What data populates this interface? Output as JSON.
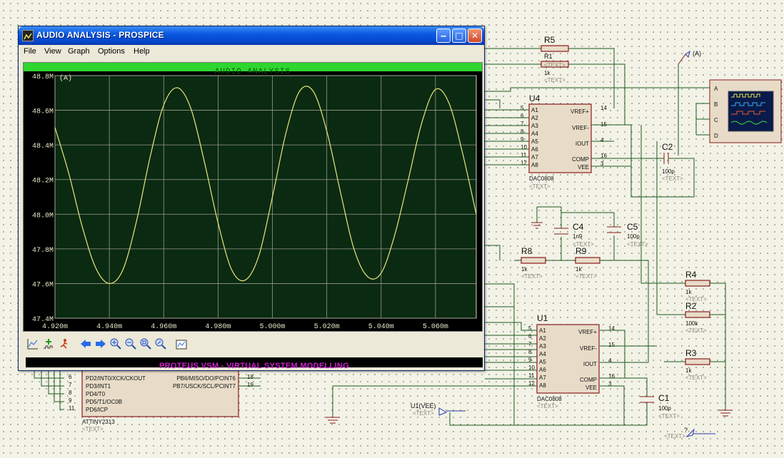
{
  "window": {
    "title": "AUDIO ANALYSIS - PROSPICE",
    "minimize_label": "‒",
    "maximize_label": "□",
    "close_label": "✕"
  },
  "menu": [
    "File",
    "View",
    "Graph",
    "Options",
    "Help"
  ],
  "graph": {
    "header": "AUDIO ANALYSIS",
    "trace_label": "(A)"
  },
  "chart_data": {
    "type": "line",
    "title": "AUDIO ANALYSIS",
    "xlabel": "",
    "ylabel": "",
    "x_ticks": [
      "4.920m",
      "4.940m",
      "4.960m",
      "4.980m",
      "5.000m",
      "5.020m",
      "5.040m",
      "5.060m"
    ],
    "y_ticks": [
      "48.8M",
      "48.6M",
      "48.4M",
      "48.2M",
      "48.0M",
      "47.8M",
      "47.6M",
      "47.4M"
    ],
    "xlim": [
      4.92,
      5.075
    ],
    "ylim": [
      47.4,
      48.8
    ],
    "series": [
      {
        "color": "#e8e87a",
        "x": [
          4.92,
          4.925,
          4.93,
          4.935,
          4.94,
          4.945,
          4.95,
          4.955,
          4.96,
          4.965,
          4.97,
          4.975,
          4.98,
          4.985,
          4.99,
          4.995,
          5.0,
          5.005,
          5.01,
          5.015,
          5.02,
          5.025,
          5.03,
          5.035,
          5.04,
          5.045,
          5.05,
          5.055,
          5.06,
          5.065,
          5.07,
          5.075
        ],
        "y": [
          48.5,
          48.24,
          47.93,
          47.69,
          47.6,
          47.68,
          47.96,
          48.33,
          48.63,
          48.73,
          48.61,
          48.3,
          47.95,
          47.68,
          47.62,
          47.76,
          48.1,
          48.47,
          48.71,
          48.71,
          48.48,
          48.13,
          47.8,
          47.64,
          47.66,
          47.88,
          48.2,
          48.53,
          48.72,
          48.64,
          48.35,
          48.0
        ]
      }
    ]
  },
  "toolbar_icons": [
    "graph-icon",
    "add-trace-icon",
    "simulate-icon",
    "prev-icon",
    "next-icon",
    "zoom-in-icon",
    "zoom-out-icon",
    "zoom-all-icon",
    "zoom-area-icon",
    "export-icon"
  ],
  "status_bar": "PROTEUS VSM - VIRTUAL SYSTEM MODELLING",
  "schematic": {
    "r5": "R5",
    "r5_val": "1k",
    "r5_text": "<TEXT>",
    "r5b": "R1",
    "r5b_val": "1k",
    "r5b_text": "<TEXT>",
    "probe_a": "(A)",
    "u4": "U4",
    "u4_part": "DAC0808",
    "u4_text": "<TEXT>",
    "u1": "U1",
    "u1_part": "DAC0808",
    "u1_text": "<TEXT>",
    "dac_pins_left": [
      "A1",
      "A2",
      "A3",
      "A4",
      "A5",
      "A6",
      "A7",
      "A8"
    ],
    "dac_pin_nums_left": [
      "5",
      "6",
      "7",
      "8",
      "9",
      "10",
      "11",
      "12"
    ],
    "dac_pins_right": [
      "VREF+",
      "VREF-",
      "IOUT",
      "COMP",
      "VEE"
    ],
    "dac_pin_nums_right": [
      "14",
      "15",
      "4",
      "16",
      "3"
    ],
    "c2": "C2",
    "c2_val": "100p",
    "c2_text": "<TEXT>",
    "c4": "C4",
    "c4_val": "1n9",
    "c4_text": "<TEXT>",
    "c5": "C5",
    "c5_val": "100p",
    "c5_text": "<TEXT>",
    "c1": "C1",
    "c1_val": "100p",
    "c1_text": "<TEXT>",
    "r8": "R8",
    "r8_val": "1k",
    "r8_text": "<TEXT>",
    "r9": "R9",
    "r9_val": "1k",
    "r9_text": "<TEXT>",
    "r4": "R4",
    "r4_val": "1k",
    "r4_text": "<TEXT>",
    "r2": "R2",
    "r2_val": "100k",
    "r2_text": "<TEXT>",
    "r3": "R3",
    "r3_val": "1k",
    "r3_text": "<TEXT>",
    "scope_channels": [
      "A",
      "B",
      "C",
      "D"
    ],
    "attiny_pins_left": [
      "PD2/INT0/XCK/CKOUT",
      "PD3/INT1",
      "PD4/T0",
      "PD5/T1/OC0B",
      "PD6/ICP"
    ],
    "attiny_pin_nums_left": [
      "6",
      "7",
      "8",
      "9",
      "11"
    ],
    "attiny_pins_right": [
      "PB6/MISO/DO/PCINT6",
      "PB7/USCK/SCL/PCINT7"
    ],
    "attiny_pin_nums_right": [
      "18",
      "19"
    ],
    "attiny_part": "ATTINY2313",
    "attiny_text": "<TEXT>",
    "u1_vee": "U1(VEE)",
    "u1_vee_text": "<TEXT>",
    "probe_q": "?",
    "probe_q_text": "<TEXT>"
  }
}
